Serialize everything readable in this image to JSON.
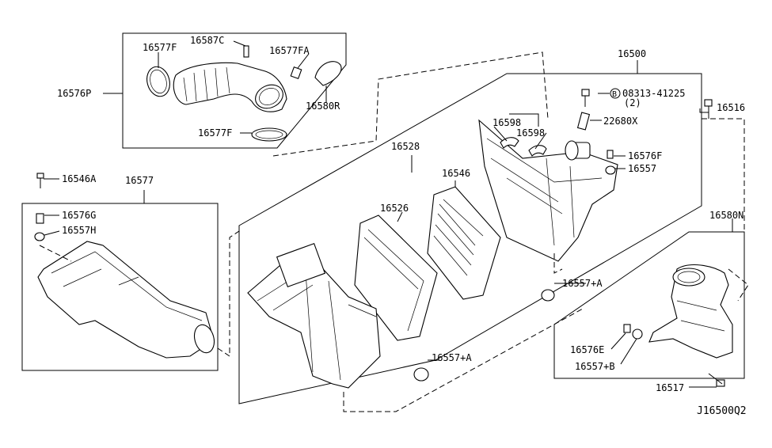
{
  "diagram_id": "J16500Q2",
  "labels": {
    "p16577F_top": "16577F",
    "p16587C": "16587C",
    "p16577FA": "16577FA",
    "p16576P": "16576P",
    "p16580R": "16580R",
    "p16577F_bot": "16577F",
    "p16500": "16500",
    "p08313": "08313-41225",
    "p08313_qty": "(2)",
    "p08313_prefix": "B",
    "p16516": "16516",
    "p22680X": "22680X",
    "p16598a": "16598",
    "p16598b": "16598",
    "p16528": "16528",
    "p16576F": "16576F",
    "p16557": "16557",
    "p16546": "16546",
    "p16546A": "16546A",
    "p16577": "16577",
    "p16576G": "16576G",
    "p16557H": "16557H",
    "p16526": "16526",
    "p16580N": "16580N",
    "p16557A_right": "16557+A",
    "p16557A_bot": "16557+A",
    "p16576E": "16576E",
    "p16557B": "16557+B",
    "p16517": "16517"
  }
}
